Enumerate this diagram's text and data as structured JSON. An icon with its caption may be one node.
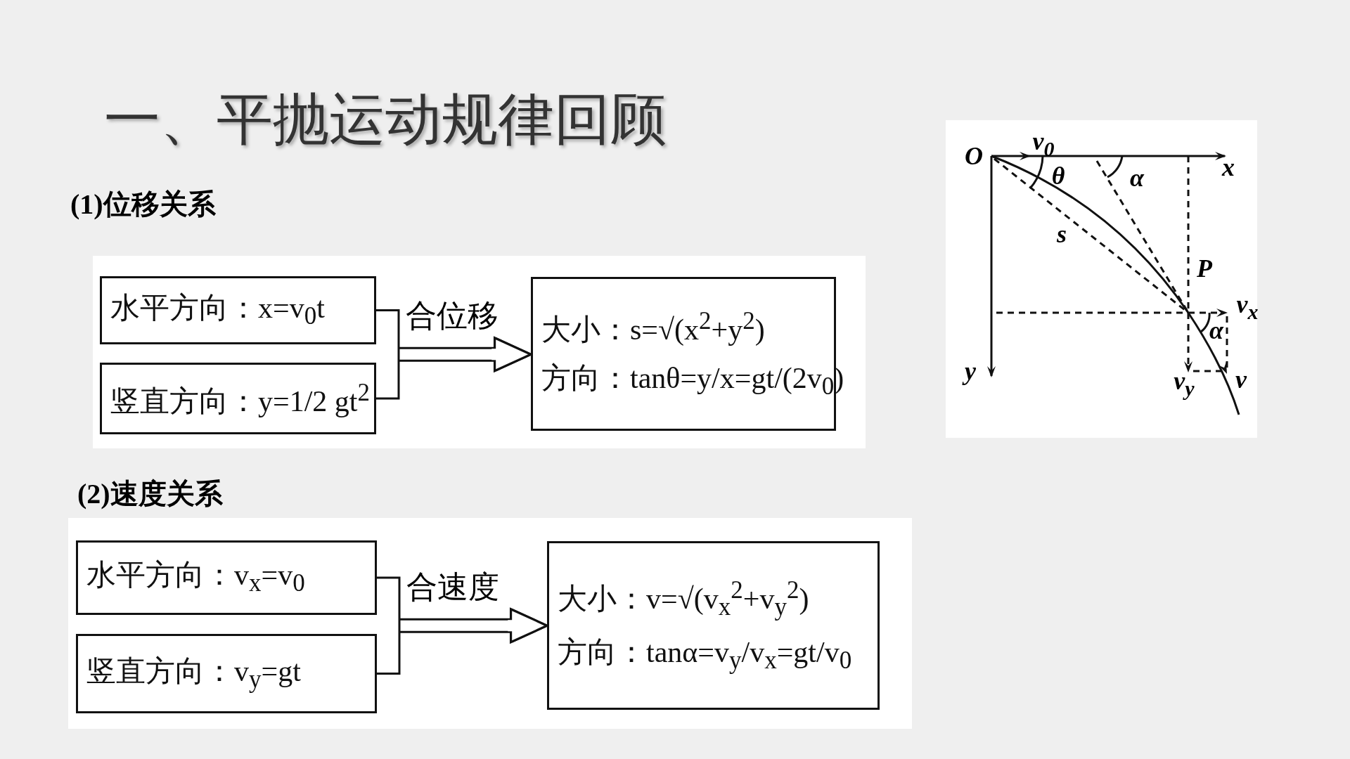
{
  "diagram": {
    "title": "一、平抛运动规律回顾",
    "nodes": [
      {
        "text": [
          "水平方向：x=v$_{0}$t"
        ]
      },
      {
        "text": [
          "竖直方向：y=1/2 gt$^{2}$"
        ]
      },
      {
        "text": [
          "大小：s=√(x$^{2}$+y$^{2}$)",
          "方向：tanθ=y/x=gt/(2v$_{0}$)"
        ]
      },
      {
        "text": [
          "水平方向：v$_{x}$=v$_{0}$"
        ]
      },
      {
        "text": [
          "竖直方向：v$_{y}$=gt"
        ]
      },
      {
        "text": [
          "大小：v=√(v$_{x}$$^{2}$+v$_{y}$$^{2}$)",
          "方向：tanα=v$_{y}$/v$_{x}$=gt/v$_{0}$"
        ]
      }
    ],
    "edges": [
      {
        "from": 0,
        "to": 2,
        "arrow": "to",
        "label": "合位移"
      },
      {
        "from": 1,
        "to": 2,
        "arrow": "to"
      },
      {
        "from": 3,
        "to": 5,
        "arrow": "to",
        "label": "合速度"
      },
      {
        "from": 4,
        "to": 5,
        "arrow": "to"
      }
    ],
    "labels": [
      "(1)位移关系",
      "(2)速度关系",
      "O",
      "v$_{0}$",
      "θ",
      "α",
      "x",
      "s",
      "P",
      "v$_{x}$",
      "α",
      "y",
      "v$_{y}$",
      "v"
    ]
  }
}
